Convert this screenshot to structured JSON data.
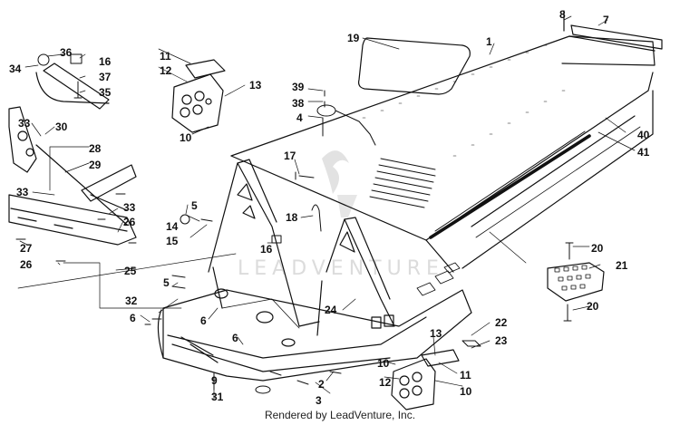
{
  "diagram": {
    "footer": "Rendered by LeadVenture, Inc.",
    "watermark": "LEADVENTURE",
    "colors": {
      "line": "#111111",
      "watermark": "#d9d9d9",
      "background": "#ffffff"
    },
    "callouts": [
      {
        "id": "c1",
        "text": "1"
      },
      {
        "id": "c2",
        "text": "2"
      },
      {
        "id": "c3",
        "text": "3"
      },
      {
        "id": "c4",
        "text": "4"
      },
      {
        "id": "c5a",
        "text": "5"
      },
      {
        "id": "c5b",
        "text": "5"
      },
      {
        "id": "c6a",
        "text": "6"
      },
      {
        "id": "c6b",
        "text": "6"
      },
      {
        "id": "c6c",
        "text": "6"
      },
      {
        "id": "c7",
        "text": "7"
      },
      {
        "id": "c8",
        "text": "8"
      },
      {
        "id": "c9",
        "text": "9"
      },
      {
        "id": "c10a",
        "text": "10"
      },
      {
        "id": "c10b",
        "text": "10"
      },
      {
        "id": "c10c",
        "text": "10"
      },
      {
        "id": "c11a",
        "text": "11"
      },
      {
        "id": "c11b",
        "text": "11"
      },
      {
        "id": "c12a",
        "text": "12"
      },
      {
        "id": "c12b",
        "text": "12"
      },
      {
        "id": "c13a",
        "text": "13"
      },
      {
        "id": "c13b",
        "text": "13"
      },
      {
        "id": "c14",
        "text": "14"
      },
      {
        "id": "c15",
        "text": "15"
      },
      {
        "id": "c16a",
        "text": "16"
      },
      {
        "id": "c16b",
        "text": "16"
      },
      {
        "id": "c17",
        "text": "17"
      },
      {
        "id": "c18",
        "text": "18"
      },
      {
        "id": "c19",
        "text": "19"
      },
      {
        "id": "c20a",
        "text": "20"
      },
      {
        "id": "c20b",
        "text": "20"
      },
      {
        "id": "c21",
        "text": "21"
      },
      {
        "id": "c22",
        "text": "22"
      },
      {
        "id": "c23",
        "text": "23"
      },
      {
        "id": "c24",
        "text": "24"
      },
      {
        "id": "c25",
        "text": "25"
      },
      {
        "id": "c26a",
        "text": "26"
      },
      {
        "id": "c26b",
        "text": "26"
      },
      {
        "id": "c27",
        "text": "27"
      },
      {
        "id": "c28",
        "text": "28"
      },
      {
        "id": "c29",
        "text": "29"
      },
      {
        "id": "c30",
        "text": "30"
      },
      {
        "id": "c31",
        "text": "31"
      },
      {
        "id": "c32",
        "text": "32"
      },
      {
        "id": "c33a",
        "text": "33"
      },
      {
        "id": "c33b",
        "text": "33"
      },
      {
        "id": "c33c",
        "text": "33"
      },
      {
        "id": "c34",
        "text": "34"
      },
      {
        "id": "c35",
        "text": "35"
      },
      {
        "id": "c36",
        "text": "36"
      },
      {
        "id": "c37",
        "text": "37"
      },
      {
        "id": "c38",
        "text": "38"
      },
      {
        "id": "c39",
        "text": "39"
      },
      {
        "id": "c40",
        "text": "40"
      },
      {
        "id": "c41",
        "text": "41"
      }
    ]
  }
}
